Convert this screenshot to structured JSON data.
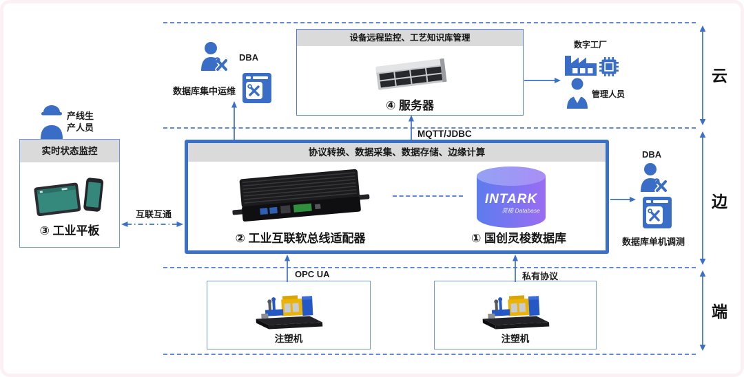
{
  "diagram": {
    "zones": [
      {
        "id": "cloud",
        "label": "云"
      },
      {
        "id": "edge",
        "label": "边"
      },
      {
        "id": "device",
        "label": "端"
      }
    ],
    "cloud": {
      "dba_title": "DBA",
      "dba_caption": "数据库集中运维",
      "server_box_header": "设备远程监控、工艺知识库管理",
      "server_label": "④ 服务器",
      "factory_label": "数字工厂",
      "manager_label": "管理人员"
    },
    "links": {
      "cloud_edge_protocol": "MQTT/JDBC",
      "tablet_gateway": "互联互通"
    },
    "edge": {
      "gateway_header": "协议转换、数据采集、数据存储、边缘计算",
      "adapter_label": "② 工业互联软总线适配器",
      "database_label": "① 国创灵梭数据库",
      "database_logo": "INTARK",
      "database_logo_sub": "灵梭 Database",
      "dba_title": "DBA",
      "dba_caption": "数据库单机调测",
      "monitor_box_header": "实时状态监控",
      "tablet_label": "③ 工业平板",
      "worker_label_line1": "产线生",
      "worker_label_line2": "产人员"
    },
    "device": {
      "machines": [
        {
          "protocol": "OPC UA",
          "label": "注塑机"
        },
        {
          "protocol": "私有协议",
          "label": "注塑机"
        }
      ]
    }
  },
  "colors": {
    "accent_blue": "#3c6fc8",
    "icon_blue": "#3a6ec6",
    "gateway_border": "#3a70c8",
    "box_border": "#6d97d8",
    "header_gray": "#dadada",
    "dashed_line": "#6288d4",
    "db_gradient_start": "#5c7cee",
    "db_gradient_end": "#9a6df2",
    "machine_yellow": "#eab307",
    "machine_blue": "#2557c5",
    "text_dark": "#1b1b1b"
  }
}
